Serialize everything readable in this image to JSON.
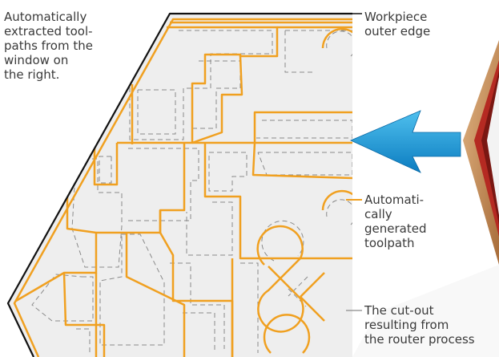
{
  "annotations": {
    "toolpaths_extracted": "Automatically\nextracted tool-\npaths from the\nwindow on\nthe right.",
    "workpiece_edge": "Workpiece\nouter edge",
    "generated_toolpath": "Automati-\ncally\ngenerated\ntoolpath",
    "cut_out_result": "The cut-out\nresulting from\nthe router process"
  },
  "colors": {
    "toolpath": "#f0a020",
    "outer_edge": "#111111",
    "cut_line": "#8a8a8a",
    "panel_fill": "#eeeeee",
    "arrow": "#1a9ad6",
    "wood_frame": "#c8925c",
    "red_frame": "#b52a22"
  }
}
